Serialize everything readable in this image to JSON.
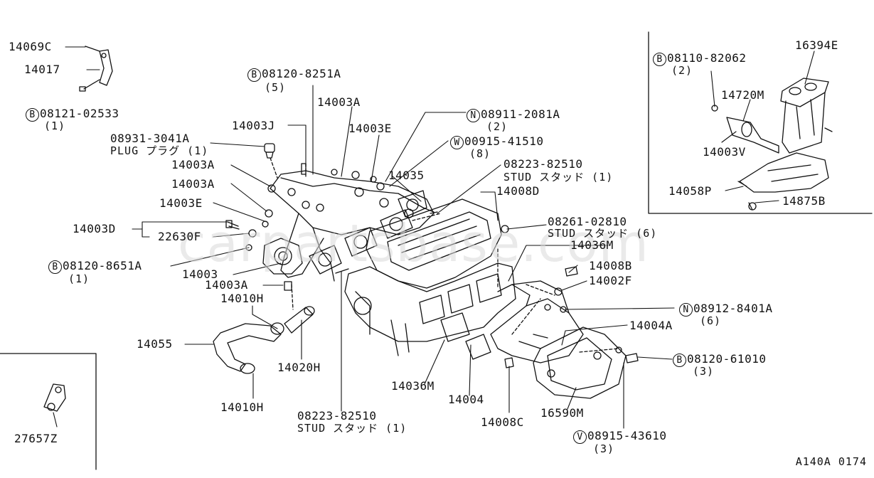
{
  "watermark": "carpartsbase.com",
  "drawing_ref": "A140A 0174",
  "labels": {
    "p14069c": "14069C",
    "p14017": "14017",
    "b08121": "08121-02533",
    "b08121_qty": "(1)",
    "b08120_8251a": "08120-8251A",
    "b08120_8251a_qty": "(5)",
    "p14003a_top": "14003A",
    "p14003j": "14003J",
    "p08931": "08931-3041A",
    "plug": "PLUG プラグ (1)",
    "p14003e_top": "14003E",
    "n08911": "08911-2081A",
    "n08911_qty": "(2)",
    "w00915": "00915-41510",
    "w00915_qty": "(8)",
    "p14035": "14035",
    "p08223_top": "08223-82510",
    "stud_top": "STUD スタッド (1)",
    "p14003a_2": "14003A",
    "p14003a_3": "14003A",
    "p14008d": "14008D",
    "p14003e_2": "14003E",
    "p08261": "08261-02810",
    "stud_6": "STUD スタッド (6)",
    "p14003d": "14003D",
    "p22630f": "22630F",
    "p14036m_r": "14036M",
    "b08120_8651a": "08120-8651A",
    "b08120_8651a_qty": "(1)",
    "p14008b": "14008B",
    "p14003": "14003",
    "p14002f": "14002F",
    "p14003a_4": "14003A",
    "p14010h_top": "14010H",
    "n08912": "08912-8401A",
    "n08912_qty": "(6)",
    "p14004a": "14004A",
    "p14055": "14055",
    "b08120_61010": "08120-61010",
    "b08120_61010_qty": "(3)",
    "p14020h": "14020H",
    "p14036m_b": "14036M",
    "p14004": "14004",
    "p16590m": "16590M",
    "p14010h_bot": "14010H",
    "p08223_bot": "08223-82510",
    "stud_bot": "STUD スタッド (1)",
    "p14008c": "14008C",
    "v08915": "08915-43610",
    "v08915_qty": "(3)",
    "p27657z": "27657Z",
    "b08110": "08110-82062",
    "b08110_qty": "(2)",
    "p16394e": "16394E",
    "p14720m": "14720M",
    "p14003v": "14003V",
    "p14058p": "14058P",
    "p14875b": "14875B"
  },
  "badges": {
    "B": "B",
    "N": "N",
    "W": "W",
    "V": "V"
  }
}
